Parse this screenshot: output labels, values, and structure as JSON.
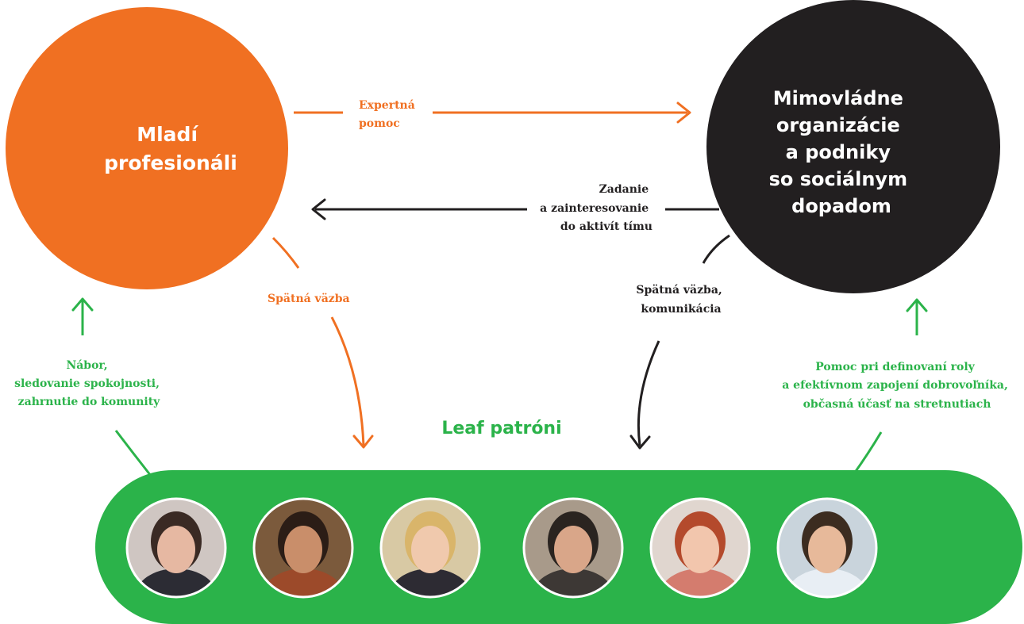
{
  "colors": {
    "orange": "#f07022",
    "dark": "#221f20",
    "green": "#2bb34a",
    "white": "#ffffff"
  },
  "nodes": {
    "professionals": {
      "lines": [
        "Mladí",
        "profesionáli"
      ]
    },
    "organizations": {
      "lines": [
        "Mimovládne",
        "organizácie",
        "a podniky",
        "so sociálnym",
        "dopadom"
      ]
    },
    "patrons": {
      "title": "Leaf patróni",
      "photo_count": 6
    }
  },
  "edges": {
    "expert_help": {
      "lines": [
        "Expertná",
        "pomoc"
      ]
    },
    "assignment": {
      "lines": [
        "Zadanie",
        "a zainteresovanie",
        "do aktivít tímu"
      ]
    },
    "feedback_professionals": {
      "lines": [
        "Spätná väzba"
      ]
    },
    "feedback_organizations": {
      "lines": [
        "Spätná väzba,",
        "komunikácia"
      ]
    },
    "recruitment": {
      "lines": [
        "Nábor,",
        "sledovanie spokojnosti,",
        "zahrnutie do komunity"
      ]
    },
    "role_help": {
      "lines": [
        "Pomoc pri definovaní roly",
        "a efektívnom zapojení dobrovoľníka,",
        "občasná účasť na stretnutiach"
      ]
    }
  }
}
